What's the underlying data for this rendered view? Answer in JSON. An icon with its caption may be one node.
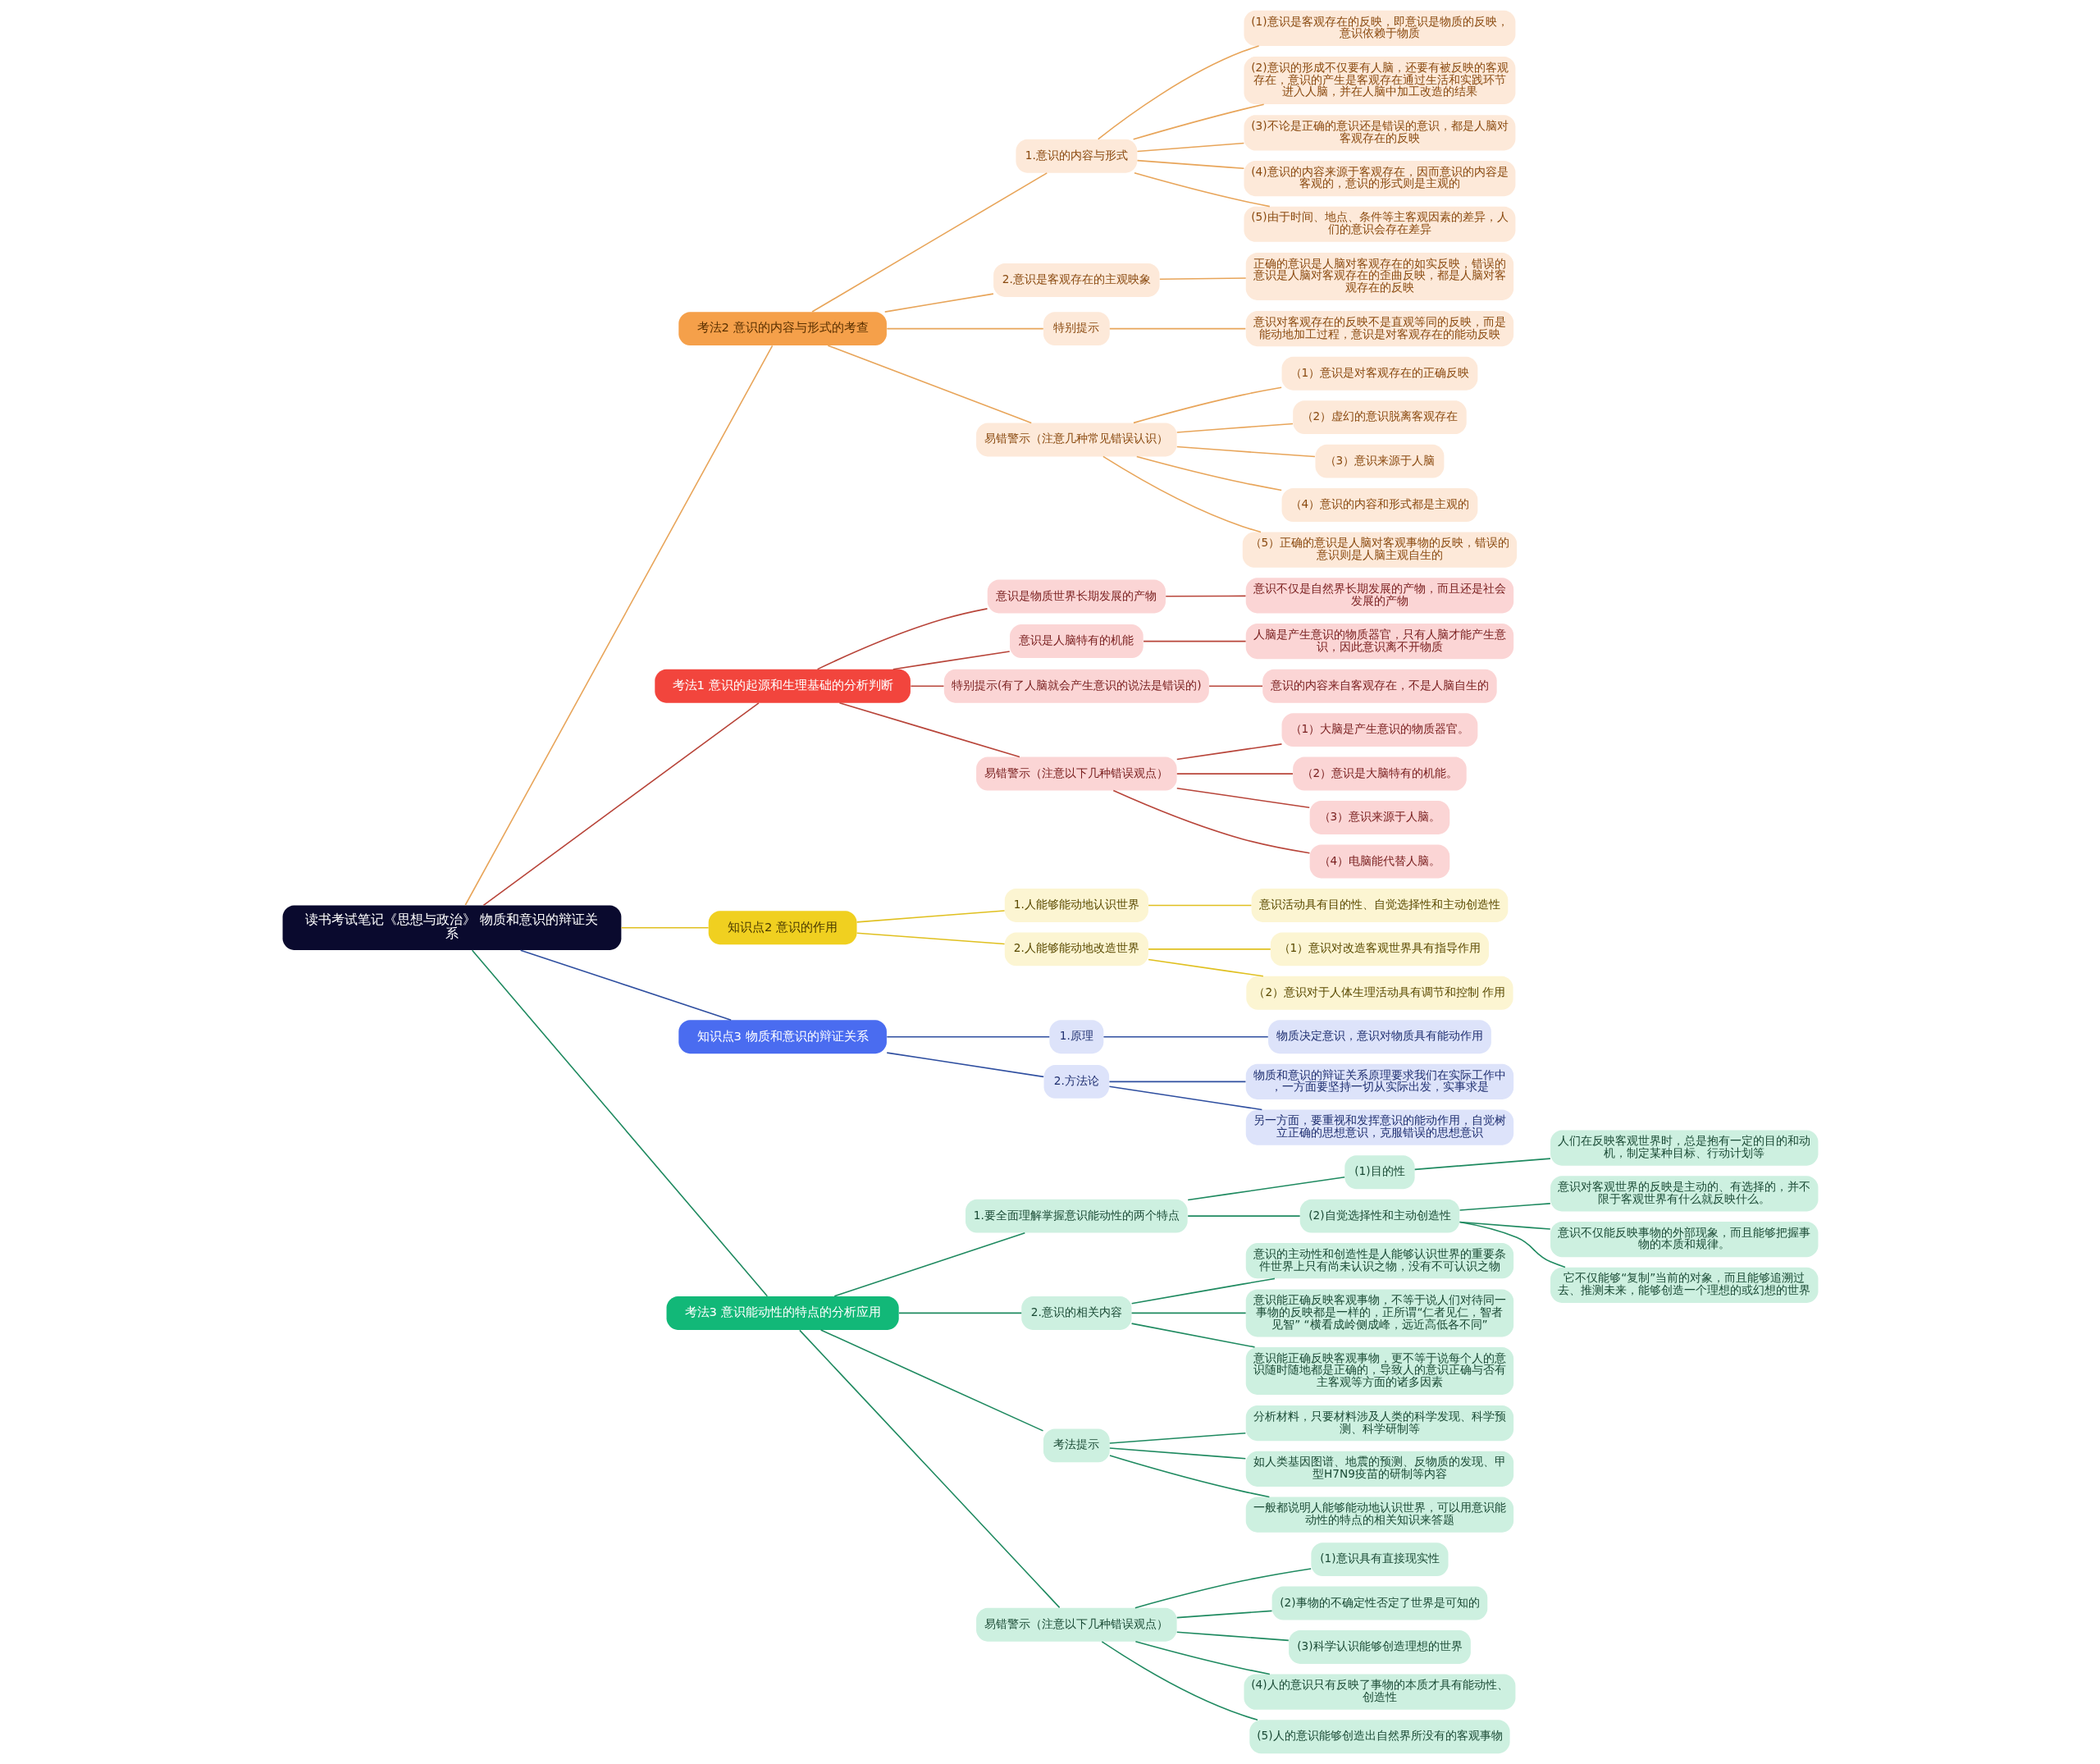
{
  "diagram": {
    "nodes": [
      {
        "text": [
          "读书考试笔记《思想与政治》 物质和意识的辩证关系"
        ]
      },
      {
        "text": [
          "考法2 意识的内容与形式的考查"
        ]
      },
      {
        "text": [
          "1.意识的内容与形式"
        ]
      },
      {
        "text": [
          "(1)意识是客观存在的反映，即意识是物质的反映，意识依赖于物质"
        ]
      },
      {
        "text": [
          "(2)意识的形成不仅要有人脑，还要有被反映的客观存在，意识的产生是客观存在通过生活和实践环节进入人脑，并在人脑中加工改造的结果"
        ]
      },
      {
        "text": [
          "(3)不论是正确的意识还是错误的意识，都是人脑对客观存在的反映"
        ]
      },
      {
        "text": [
          "(4)意识的内容来源于客观存在，因而意识的内容是客观的，意识的形式则是主观的"
        ]
      },
      {
        "text": [
          "(5)由于时间、地点、条件等主客观因素的差异，人们的意识会存在差异"
        ]
      },
      {
        "text": [
          "2.意识是客观存在的主观映象"
        ]
      },
      {
        "text": [
          "正确的意识是人脑对客观存在的如实反映，错误的意识是人脑对客观存在的歪曲反映，都是人脑对客观存在的反映"
        ]
      },
      {
        "text": [
          "特别提示"
        ]
      },
      {
        "text": [
          "意识对客观存在的反映不是直观等同的反映，而是能动地加工过程，意识是对客观存在的能动反映"
        ]
      },
      {
        "text": [
          "易错警示（注意几种常见错误认识）"
        ]
      },
      {
        "text": [
          "（1）意识是对客观存在的正确反映"
        ]
      },
      {
        "text": [
          "（2）虚幻的意识脱离客观存在"
        ]
      },
      {
        "text": [
          "（3）意识来源于人脑"
        ]
      },
      {
        "text": [
          "（4）意识的内容和形式都是主观的"
        ]
      },
      {
        "text": [
          "（5）正确的意识是人脑对客观事物的反映，错误的意识则是人脑主观自生的"
        ]
      },
      {
        "text": [
          "考法1 意识的起源和生理基础的分析判断"
        ]
      },
      {
        "text": [
          "意识是物质世界长期发展的产物"
        ]
      },
      {
        "text": [
          "意识不仅是自然界长期发展的产物，而且还是社会发展的产物"
        ]
      },
      {
        "text": [
          "意识是人脑特有的机能"
        ]
      },
      {
        "text": [
          "人脑是产生意识的物质器官，只有人脑才能产生意识，因此意识离不开物质"
        ]
      },
      {
        "text": [
          "特别提示(有了人脑就会产生意识的说法是错误的)"
        ]
      },
      {
        "text": [
          "意识的内容来自客观存在，不是人脑自生的"
        ]
      },
      {
        "text": [
          "易错警示（注意以下几种错误观点）"
        ]
      },
      {
        "text": [
          "（1）大脑是产生意识的物质器官。"
        ]
      },
      {
        "text": [
          "（2）意识是大脑特有的机能。"
        ]
      },
      {
        "text": [
          "（3）意识来源于人脑。"
        ]
      },
      {
        "text": [
          "（4）电脑能代替人脑。"
        ]
      },
      {
        "text": [
          "知识点2 意识的作用"
        ]
      },
      {
        "text": [
          "1.人能够能动地认识世界"
        ]
      },
      {
        "text": [
          "意识活动具有目的性、自觉选择性和主动创造性"
        ]
      },
      {
        "text": [
          "2.人能够能动地改造世界"
        ]
      },
      {
        "text": [
          "（1）意识对改造客观世界具有指导作用"
        ]
      },
      {
        "text": [
          "（2）意识对于人体生理活动具有调节和控制 作用"
        ]
      },
      {
        "text": [
          "知识点3 物质和意识的辩证关系"
        ]
      },
      {
        "text": [
          "1.原理"
        ]
      },
      {
        "text": [
          "物质决定意识，意识对物质具有能动作用"
        ]
      },
      {
        "text": [
          "2.方法论"
        ]
      },
      {
        "text": [
          "物质和意识的辩证关系原理要求我们在实际工作中，一方面要坚持一切从实际出发，实事求是"
        ]
      },
      {
        "text": [
          "另一方面，要重视和发挥意识的能动作用，自觉树立正确的思想意识，克服错误的思想意识"
        ]
      },
      {
        "text": [
          "考法3 意识能动性的特点的分析应用"
        ]
      },
      {
        "text": [
          "1.要全面理解掌握意识能动性的两个特点"
        ]
      },
      {
        "text": [
          "(1)目的性"
        ]
      },
      {
        "text": [
          "人们在反映客观世界时，总是抱有一定的目的和动机，制定某种目标、行动计划等"
        ]
      },
      {
        "text": [
          "(2)自觉选择性和主动创造性"
        ]
      },
      {
        "text": [
          "意识对客观世界的反映是主动的、有选择的，并不限于客观世界有什么就反映什么。"
        ]
      },
      {
        "text": [
          "意识不仅能反映事物的外部现象，而且能够把握事物的本质和规律。"
        ]
      },
      {
        "text": [
          "它不仅能够“复制”当前的对象，而且能够追溯过去、推测未来，能够创造一个理想的或幻想的世界"
        ]
      },
      {
        "text": [
          "2.意识的相关内容"
        ]
      },
      {
        "text": [
          "意识的主动性和创造性是人能够认识世界的重要条件世界上只有尚未认识之物，没有不可认识之物"
        ]
      },
      {
        "text": [
          "意识能正确反映客观事物，不等于说人们对待同一事物的反映都是一样的，正所谓“仁者见仁，智者见智” “横看成岭侧成峰，远近高低各不同”"
        ]
      },
      {
        "text": [
          "意识能正确反映客观事物，更不等于说每个人的意识随时随地都是正确的，导致人的意识正确与否有主客观等方面的诸多因素"
        ]
      },
      {
        "text": [
          "考法提示"
        ]
      },
      {
        "text": [
          "分析材料，只要材料涉及人类的科学发现、科学预测、科学研制等"
        ]
      },
      {
        "text": [
          "如人类基因图谱、地震的预测、反物质的发现、甲型H7N9疫苗的研制等内容"
        ]
      },
      {
        "text": [
          "一般都说明人能够能动地认识世界，可以用意识能动性的特点的相关知识来答题"
        ]
      },
      {
        "text": [
          "易错警示（注意以下几种错误观点）"
        ]
      },
      {
        "text": [
          "(1)意识具有直接现实性"
        ]
      },
      {
        "text": [
          "(2)事物的不确定性否定了世界是可知的"
        ]
      },
      {
        "text": [
          "(3)科学认识能够创造理想的世界"
        ]
      },
      {
        "text": [
          "(4)人的意识只有反映了事物的本质才具有能动性、创造性"
        ]
      },
      {
        "text": [
          "(5)人的意识能够创造出自然界所没有的客观事物"
        ]
      }
    ],
    "edges": [
      {
        "from": 0,
        "to": 1,
        "arrow": "none",
        "color": "#e8a55a"
      },
      {
        "from": 1,
        "to": 2,
        "arrow": "none",
        "color": "#e8a55a"
      },
      {
        "from": 2,
        "to": 3,
        "arrow": "none",
        "color": "#e8a55a"
      },
      {
        "from": 2,
        "to": 4,
        "arrow": "none",
        "color": "#e8a55a"
      },
      {
        "from": 2,
        "to": 5,
        "arrow": "none",
        "color": "#e8a55a"
      },
      {
        "from": 2,
        "to": 6,
        "arrow": "none",
        "color": "#e8a55a"
      },
      {
        "from": 2,
        "to": 7,
        "arrow": "none",
        "color": "#e8a55a"
      },
      {
        "from": 1,
        "to": 8,
        "arrow": "none",
        "color": "#e8a55a"
      },
      {
        "from": 8,
        "to": 9,
        "arrow": "none",
        "color": "#e8a55a"
      },
      {
        "from": 1,
        "to": 10,
        "arrow": "none",
        "color": "#e8a55a"
      },
      {
        "from": 10,
        "to": 11,
        "arrow": "none",
        "color": "#e8a55a"
      },
      {
        "from": 1,
        "to": 12,
        "arrow": "none",
        "color": "#e8a55a"
      },
      {
        "from": 12,
        "to": 13,
        "arrow": "none",
        "color": "#e8a55a"
      },
      {
        "from": 12,
        "to": 14,
        "arrow": "none",
        "color": "#e8a55a"
      },
      {
        "from": 12,
        "to": 15,
        "arrow": "none",
        "color": "#e8a55a"
      },
      {
        "from": 12,
        "to": 16,
        "arrow": "none",
        "color": "#e8a55a"
      },
      {
        "from": 12,
        "to": 17,
        "arrow": "none",
        "color": "#e8a55a"
      },
      {
        "from": 0,
        "to": 18,
        "arrow": "none",
        "color": "#b8453a"
      },
      {
        "from": 18,
        "to": 19,
        "arrow": "none",
        "color": "#b8453a"
      },
      {
        "from": 19,
        "to": 20,
        "arrow": "none",
        "color": "#b8453a"
      },
      {
        "from": 18,
        "to": 21,
        "arrow": "none",
        "color": "#b8453a"
      },
      {
        "from": 21,
        "to": 22,
        "arrow": "none",
        "color": "#b8453a"
      },
      {
        "from": 18,
        "to": 23,
        "arrow": "none",
        "color": "#b8453a"
      },
      {
        "from": 23,
        "to": 24,
        "arrow": "none",
        "color": "#b8453a"
      },
      {
        "from": 18,
        "to": 25,
        "arrow": "none",
        "color": "#b8453a"
      },
      {
        "from": 25,
        "to": 26,
        "arrow": "none",
        "color": "#b8453a"
      },
      {
        "from": 25,
        "to": 27,
        "arrow": "none",
        "color": "#b8453a"
      },
      {
        "from": 25,
        "to": 28,
        "arrow": "none",
        "color": "#b8453a"
      },
      {
        "from": 25,
        "to": 29,
        "arrow": "none",
        "color": "#b8453a"
      },
      {
        "from": 0,
        "to": 30,
        "arrow": "none",
        "color": "#e0c020"
      },
      {
        "from": 30,
        "to": 31,
        "arrow": "none",
        "color": "#e0c020"
      },
      {
        "from": 31,
        "to": 32,
        "arrow": "none",
        "color": "#e0c020"
      },
      {
        "from": 30,
        "to": 33,
        "arrow": "none",
        "color": "#e0c020"
      },
      {
        "from": 33,
        "to": 34,
        "arrow": "none",
        "color": "#e0c020"
      },
      {
        "from": 33,
        "to": 35,
        "arrow": "none",
        "color": "#e0c020"
      },
      {
        "from": 0,
        "to": 36,
        "arrow": "none",
        "color": "#2f4fa0"
      },
      {
        "from": 36,
        "to": 37,
        "arrow": "none",
        "color": "#2f4fa0"
      },
      {
        "from": 37,
        "to": 38,
        "arrow": "none",
        "color": "#2f4fa0"
      },
      {
        "from": 36,
        "to": 39,
        "arrow": "none",
        "color": "#2f4fa0"
      },
      {
        "from": 39,
        "to": 40,
        "arrow": "none",
        "color": "#2f4fa0"
      },
      {
        "from": 39,
        "to": 41,
        "arrow": "none",
        "color": "#2f4fa0"
      },
      {
        "from": 0,
        "to": 42,
        "arrow": "none",
        "color": "#1f8a60"
      },
      {
        "from": 42,
        "to": 43,
        "arrow": "none",
        "color": "#1f8a60"
      },
      {
        "from": 43,
        "to": 44,
        "arrow": "none",
        "color": "#1f8a60"
      },
      {
        "from": 44,
        "to": 45,
        "arrow": "none",
        "color": "#1f8a60"
      },
      {
        "from": 43,
        "to": 46,
        "arrow": "none",
        "color": "#1f8a60"
      },
      {
        "from": 46,
        "to": 47,
        "arrow": "none",
        "color": "#1f8a60"
      },
      {
        "from": 46,
        "to": 48,
        "arrow": "none",
        "color": "#1f8a60"
      },
      {
        "from": 46,
        "to": 49,
        "arrow": "none",
        "color": "#1f8a60"
      },
      {
        "from": 42,
        "to": 50,
        "arrow": "none",
        "color": "#1f8a60"
      },
      {
        "from": 50,
        "to": 51,
        "arrow": "none",
        "color": "#1f8a60"
      },
      {
        "from": 50,
        "to": 52,
        "arrow": "none",
        "color": "#1f8a60"
      },
      {
        "from": 50,
        "to": 53,
        "arrow": "none",
        "color": "#1f8a60"
      },
      {
        "from": 42,
        "to": 54,
        "arrow": "none",
        "color": "#1f8a60"
      },
      {
        "from": 54,
        "to": 55,
        "arrow": "none",
        "color": "#1f8a60"
      },
      {
        "from": 54,
        "to": 56,
        "arrow": "none",
        "color": "#1f8a60"
      },
      {
        "from": 54,
        "to": 57,
        "arrow": "none",
        "color": "#1f8a60"
      },
      {
        "from": 42,
        "to": 58,
        "arrow": "none",
        "color": "#1f8a60"
      },
      {
        "from": 58,
        "to": 59,
        "arrow": "none",
        "color": "#1f8a60"
      },
      {
        "from": 58,
        "to": 60,
        "arrow": "none",
        "color": "#1f8a60"
      },
      {
        "from": 58,
        "to": 61,
        "arrow": "none",
        "color": "#1f8a60"
      },
      {
        "from": 58,
        "to": 62,
        "arrow": "none",
        "color": "#1f8a60"
      },
      {
        "from": 58,
        "to": 63,
        "arrow": "none",
        "color": "#1f8a60"
      }
    ]
  }
}
